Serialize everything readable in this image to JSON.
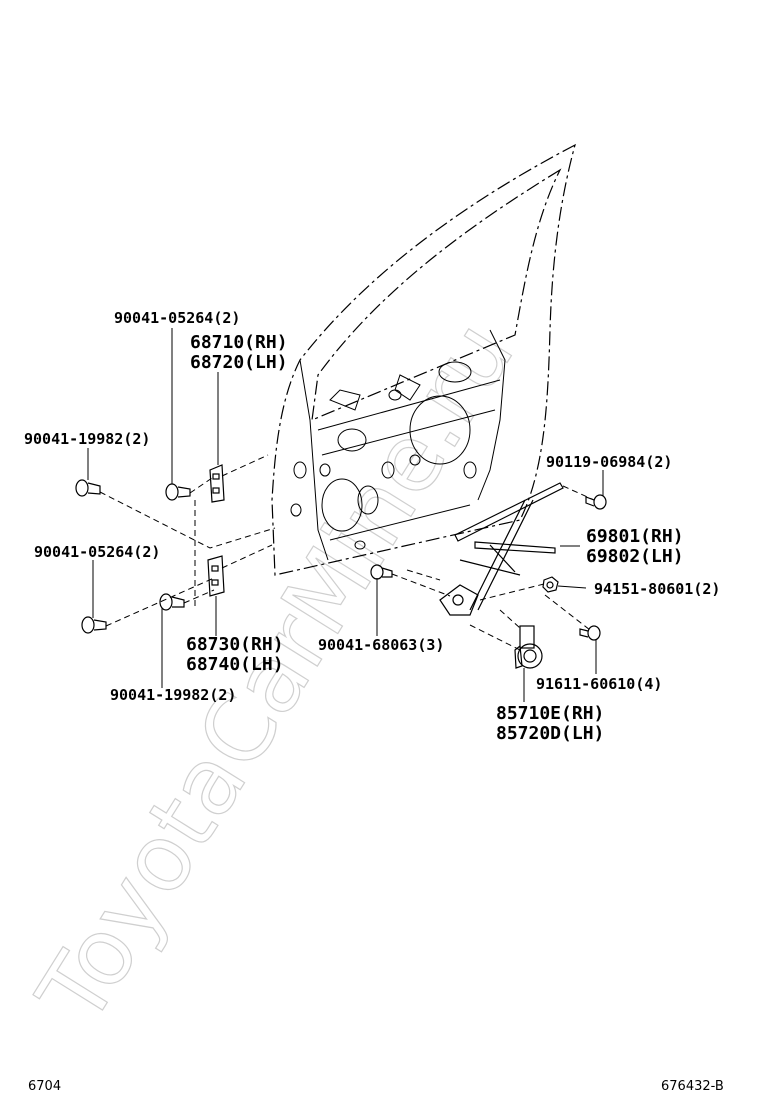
{
  "watermark": "ToyotaCarMine.ru",
  "callouts": {
    "bolt_upper_hinge": "90041-05264(2)",
    "hinge_upper_rh": "68710(RH)",
    "hinge_upper_lh": "68720(LH)",
    "bolt_body_upper": "90041-19982(2)",
    "bolt_body_lower": "90041-05264(2)",
    "hinge_lower_rh": "68730(RH)",
    "hinge_lower_lh": "68740(LH)",
    "bolt_lower_door": "90041-19982(2)",
    "regulator_bolt": "90119-06984(2)",
    "regulator_rh": "69801(RH)",
    "regulator_lh": "69802(LH)",
    "nut": "94151-80601(2)",
    "regulator_mount_bolt": "90041-68063(3)",
    "motor_screw": "91611-60610(4)",
    "motor_rh": "85710E(RH)",
    "motor_lh": "85720D(LH)"
  },
  "footer": {
    "page": "6704",
    "figure": "676432-B"
  }
}
